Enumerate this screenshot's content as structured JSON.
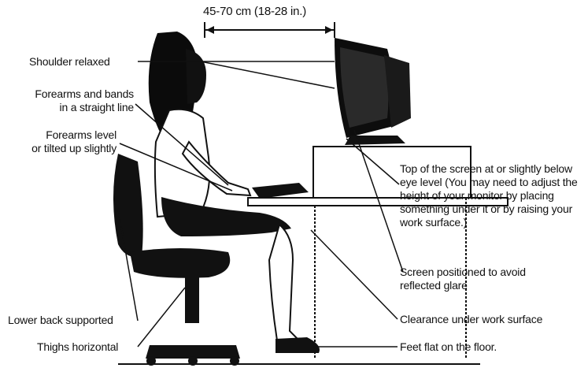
{
  "diagram": {
    "distance_label": "45-70 cm (18-28 in.)",
    "labels": {
      "shoulder": "Shoulder relaxed",
      "forearms_line_1": "Forearms and bands",
      "forearms_line_2": "in a straight line",
      "forearms_level_1": "Forearms level",
      "forearms_level_2": "or tilted up slightly",
      "screen_top": "Top of the screen at or slightly below eye level (You may need to adjust the height of your monitor by placing something under it or by raising your work surface.)",
      "glare_1": "Screen positioned to avoid",
      "glare_2": "reflected glare",
      "lower_back": "Lower back supported",
      "thighs": "Thighs horizontal",
      "clearance": "Clearance under work surface",
      "feet": "Feet flat on the floor."
    },
    "colors": {
      "ink": "#111111",
      "bg": "#ffffff"
    }
  }
}
